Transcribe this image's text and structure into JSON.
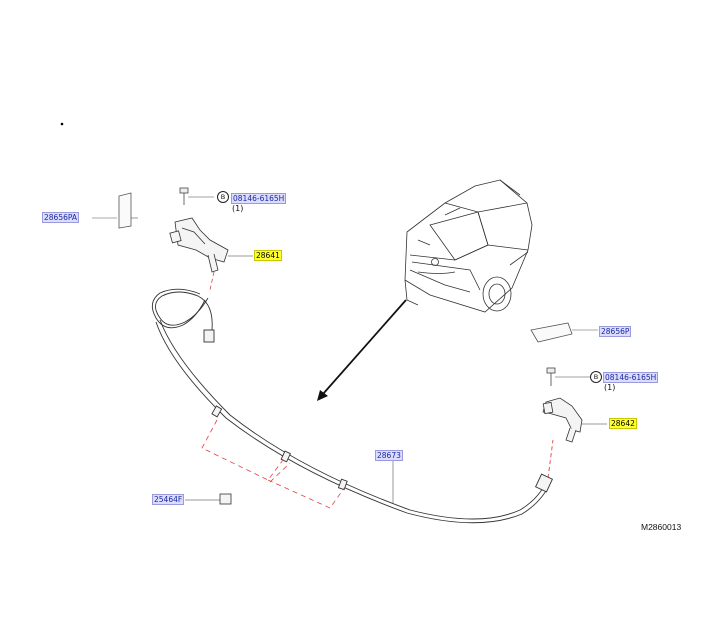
{
  "labels": {
    "p28656PA": "28656PA",
    "p28641": "28641",
    "bolt_top": "08146-6165H",
    "qty_top": "(1)",
    "p28656P": "28656P",
    "bolt_right": "08146-6165H",
    "qty_right": "(1)",
    "p28642": "28642",
    "p28673": "28673",
    "p25464F": "25464F",
    "badge_top": "B",
    "badge_right": "B"
  },
  "figure_ref": "M2860013",
  "colors": {
    "label_blue_bg": "#dcdcff",
    "label_blue_text": "#1a2a9e",
    "highlight_yellow": "#ffff2e",
    "leader_red": "#e04040",
    "line_black": "#222222"
  }
}
